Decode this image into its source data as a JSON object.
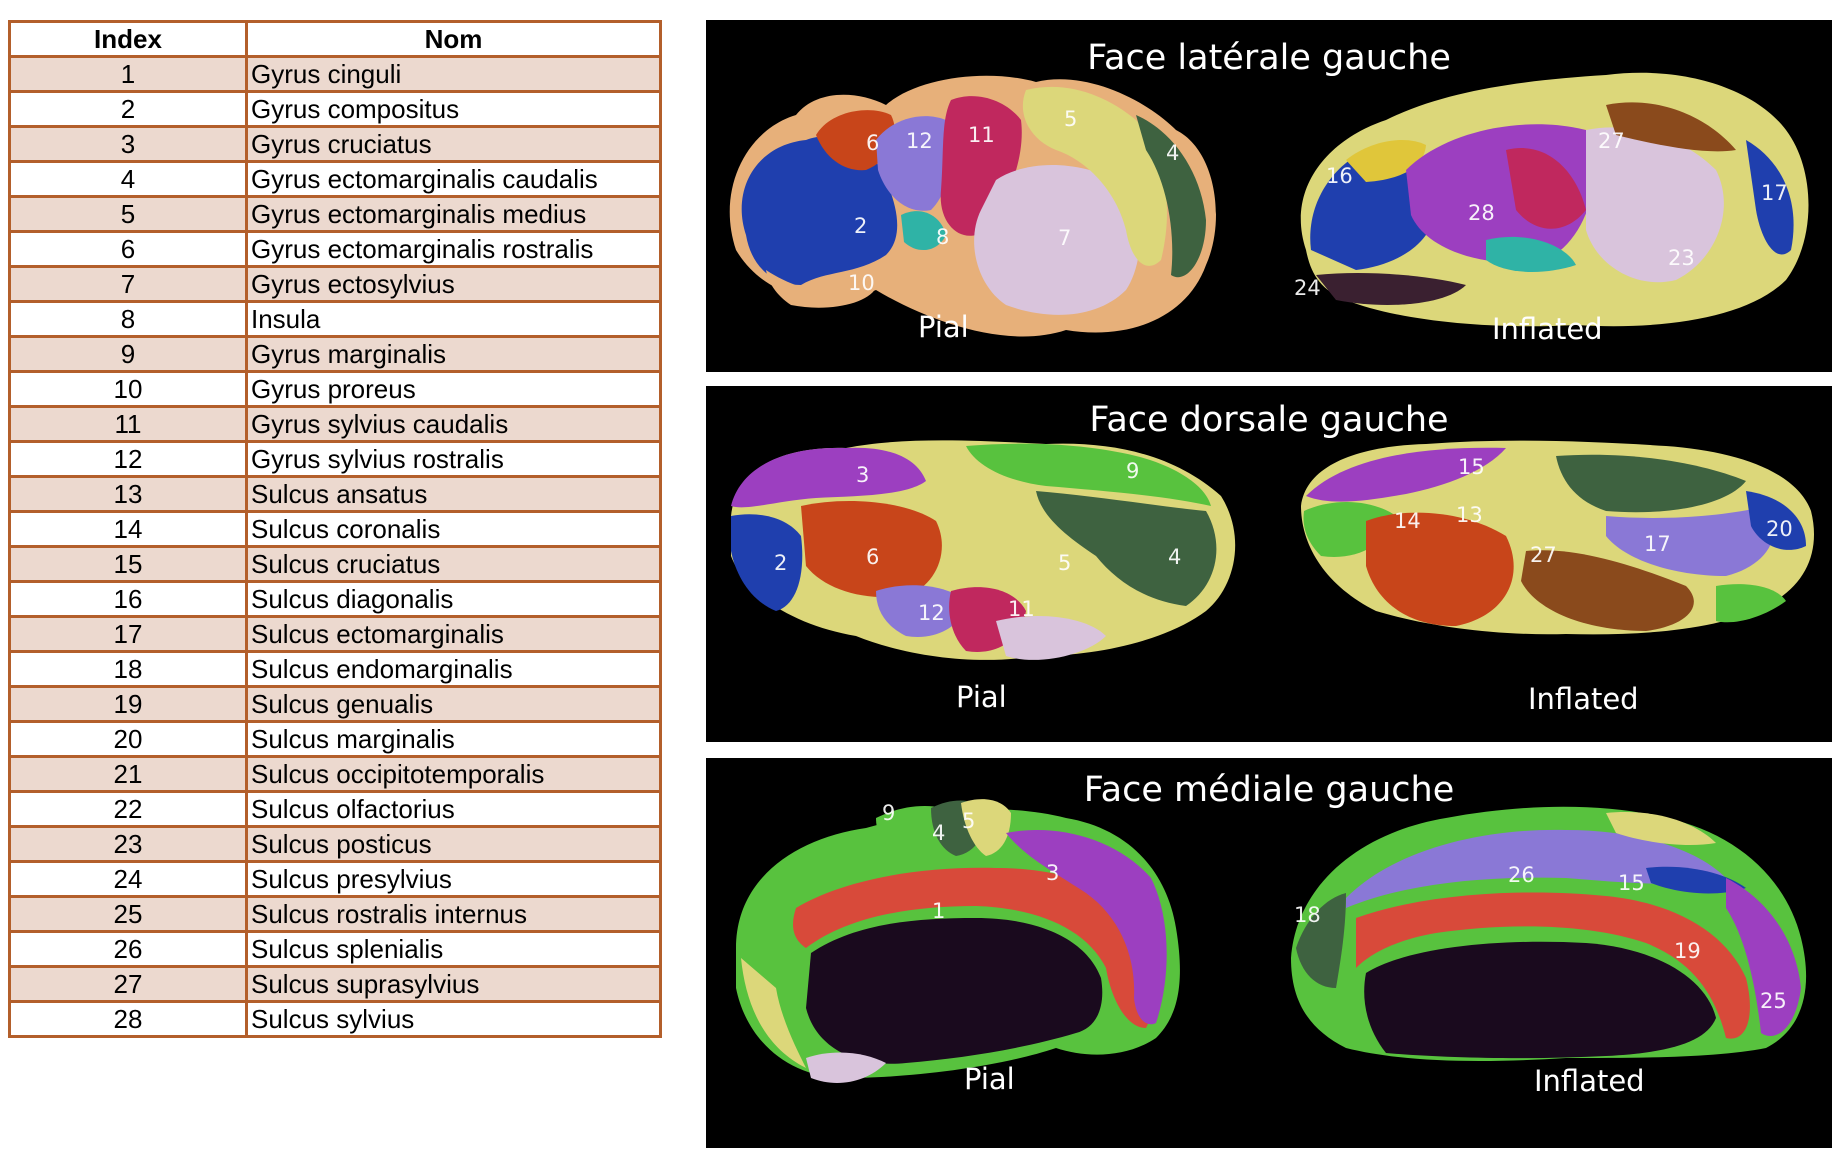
{
  "table": {
    "header_index": "Index",
    "header_nom": "Nom",
    "rows": [
      {
        "index": "1",
        "nom": "Gyrus cinguli"
      },
      {
        "index": "2",
        "nom": "Gyrus compositus"
      },
      {
        "index": "3",
        "nom": "Gyrus cruciatus"
      },
      {
        "index": "4",
        "nom": "Gyrus ectomarginalis caudalis"
      },
      {
        "index": "5",
        "nom": "Gyrus ectomarginalis medius"
      },
      {
        "index": "6",
        "nom": "Gyrus ectomarginalis rostralis"
      },
      {
        "index": "7",
        "nom": "Gyrus ectosylvius"
      },
      {
        "index": "8",
        "nom": "Insula"
      },
      {
        "index": "9",
        "nom": "Gyrus marginalis"
      },
      {
        "index": "10",
        "nom": "Gyrus proreus"
      },
      {
        "index": "11",
        "nom": "Gyrus sylvius caudalis"
      },
      {
        "index": "12",
        "nom": "Gyrus sylvius rostralis"
      },
      {
        "index": "13",
        "nom": "Sulcus ansatus"
      },
      {
        "index": "14",
        "nom": "Sulcus coronalis"
      },
      {
        "index": "15",
        "nom": "Sulcus cruciatus"
      },
      {
        "index": "16",
        "nom": "Sulcus diagonalis"
      },
      {
        "index": "17",
        "nom": "Sulcus ectomarginalis"
      },
      {
        "index": "18",
        "nom": "Sulcus endomarginalis"
      },
      {
        "index": "19",
        "nom": "Sulcus genualis"
      },
      {
        "index": "20",
        "nom": "Sulcus marginalis"
      },
      {
        "index": "21",
        "nom": "Sulcus occipitotemporalis"
      },
      {
        "index": "22",
        "nom": "Sulcus olfactorius"
      },
      {
        "index": "23",
        "nom": "Sulcus posticus"
      },
      {
        "index": "24",
        "nom": "Sulcus presylvius"
      },
      {
        "index": "25",
        "nom": "Sulcus rostralis internus"
      },
      {
        "index": "26",
        "nom": "Sulcus splenialis"
      },
      {
        "index": "27",
        "nom": "Sulcus suprasylvius"
      },
      {
        "index": "28",
        "nom": "Sulcus sylvius"
      }
    ]
  },
  "panels": {
    "lateral": {
      "title": "Face latérale gauche",
      "pial_label": "Pial",
      "inflated_label": "Inflated",
      "pial_numbers": [
        "6",
        "12",
        "11",
        "5",
        "4",
        "2",
        "8",
        "7",
        "10"
      ],
      "inflated_numbers": [
        "27",
        "16",
        "28",
        "17",
        "23",
        "24"
      ]
    },
    "dorsal": {
      "title": "Face dorsale gauche",
      "pial_label": "Pial",
      "inflated_label": "Inflated",
      "pial_numbers": [
        "3",
        "9",
        "6",
        "2",
        "5",
        "4",
        "12",
        "11"
      ],
      "inflated_numbers": [
        "15",
        "14",
        "13",
        "20",
        "17",
        "27"
      ]
    },
    "medial": {
      "title": "Face médiale gauche",
      "pial_label": "Pial",
      "inflated_label": "Inflated",
      "pial_numbers": [
        "9",
        "4",
        "5",
        "3",
        "1"
      ],
      "inflated_numbers": [
        "26",
        "15",
        "18",
        "19",
        "25"
      ]
    }
  },
  "colors": {
    "table_border": "#b35f2b",
    "table_row_shade": "#ecd9cf",
    "panel_background": "#000000",
    "region_blue": "#1f3fae",
    "region_orange_red": "#c8451a",
    "region_lavender": "#8a78d6",
    "region_magenta": "#c0285e",
    "region_pale_yellow": "#dcd77a",
    "region_dark_green": "#3e6240",
    "region_light_pink": "#d9c4dc",
    "region_green": "#58c23e",
    "region_purple": "#9c3fc0",
    "region_red": "#d84a3a",
    "region_peach": "#e7b07a",
    "region_teal": "#2fb3a6",
    "region_brown": "#8a4a1c"
  }
}
